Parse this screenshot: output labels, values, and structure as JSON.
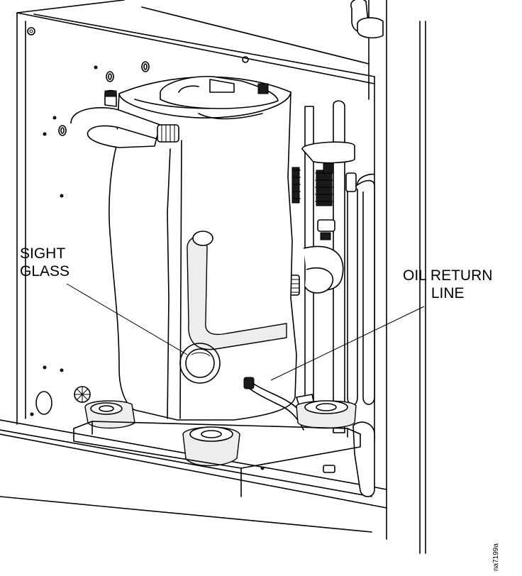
{
  "labels": {
    "sight_glass": [
      "SIGHT",
      "GLASS"
    ],
    "oil_return_line": [
      "OIL RETURN",
      "LINE"
    ]
  },
  "figure_id": "na7199a",
  "colors": {
    "line": "#000000",
    "background": "#ffffff",
    "shade": "#ededed"
  }
}
